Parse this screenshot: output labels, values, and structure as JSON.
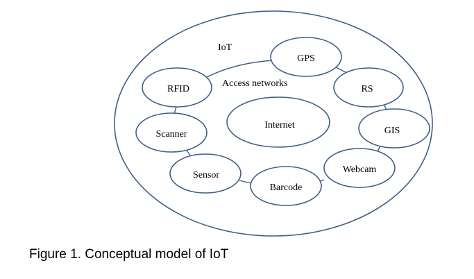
{
  "diagram": {
    "outer_label": "IoT",
    "ring_label": "Access networks",
    "center_label": "Internet",
    "nodes": [
      {
        "id": "gps",
        "label": "GPS"
      },
      {
        "id": "rs",
        "label": "RS"
      },
      {
        "id": "gis",
        "label": "GIS"
      },
      {
        "id": "webcam",
        "label": "Webcam"
      },
      {
        "id": "barcode",
        "label": "Barcode"
      },
      {
        "id": "sensor",
        "label": "Sensor"
      },
      {
        "id": "scanner",
        "label": "Scanner"
      },
      {
        "id": "rfid",
        "label": "RFID"
      }
    ],
    "stroke_color": "#3d5e86"
  },
  "caption": "Figure 1. Conceptual model of IoT"
}
